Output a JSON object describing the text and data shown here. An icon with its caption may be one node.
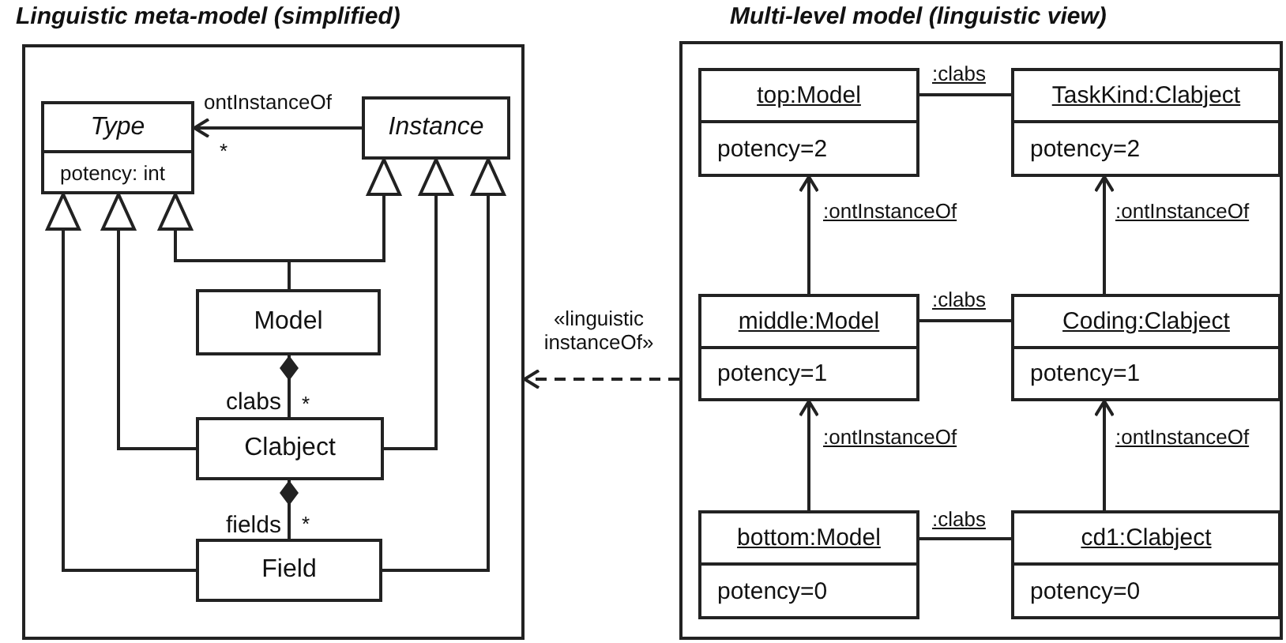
{
  "diagram": {
    "nodes": [
      {
        "text": [
          "Linguistic meta-model (simplified)"
        ]
      },
      {
        "text": [
          "Type",
          "potency: int"
        ],
        "in": 0
      },
      {
        "text": [
          "Instance"
        ],
        "in": 0
      },
      {
        "text": [
          "Model"
        ],
        "in": 0
      },
      {
        "text": [
          "Clabject"
        ],
        "in": 0
      },
      {
        "text": [
          "Field"
        ],
        "in": 0
      },
      {
        "text": [
          "Multi-level model (linguistic view)"
        ]
      },
      {
        "text": [
          "top:Model",
          "potency=2"
        ],
        "in": 6
      },
      {
        "text": [
          "TaskKind:Clabject",
          "potency=2"
        ],
        "in": 6
      },
      {
        "text": [
          "middle:Model",
          "potency=1"
        ],
        "in": 6
      },
      {
        "text": [
          "Coding:Clabject",
          "potency=1"
        ],
        "in": 6
      },
      {
        "text": [
          "bottom:Model",
          "potency=0"
        ],
        "in": 6
      },
      {
        "text": [
          "cd1:Clabject",
          "potency=0"
        ],
        "in": 6
      }
    ],
    "edges": [
      {
        "from": 2,
        "to": 1,
        "arrow": "to",
        "label": "ontInstanceOf"
      },
      {
        "from": 3,
        "to": 1,
        "arrow": "to"
      },
      {
        "from": 3,
        "to": 2,
        "arrow": "to"
      },
      {
        "from": 4,
        "to": 1,
        "arrow": "to"
      },
      {
        "from": 4,
        "to": 2,
        "arrow": "to"
      },
      {
        "from": 5,
        "to": 1,
        "arrow": "to"
      },
      {
        "from": 5,
        "to": 2,
        "arrow": "to"
      },
      {
        "from": 3,
        "to": 4,
        "arrow": "other",
        "label": "clabs"
      },
      {
        "from": 4,
        "to": 5,
        "arrow": "other",
        "label": "fields"
      },
      {
        "from": 6,
        "to": 0,
        "arrow": "to",
        "style": "dashed",
        "label": "«linguistic instanceOf»"
      },
      {
        "from": 7,
        "to": 8,
        "arrow": "none",
        "label": ":clabs"
      },
      {
        "from": 9,
        "to": 10,
        "arrow": "none",
        "label": ":clabs"
      },
      {
        "from": 11,
        "to": 12,
        "arrow": "none",
        "label": ":clabs"
      },
      {
        "from": 9,
        "to": 7,
        "arrow": "to",
        "label": ":ontInstanceOf"
      },
      {
        "from": 10,
        "to": 8,
        "arrow": "to",
        "label": ":ontInstanceOf"
      },
      {
        "from": 11,
        "to": 9,
        "arrow": "to",
        "label": ":ontInstanceOf"
      },
      {
        "from": 12,
        "to": 10,
        "arrow": "to",
        "label": ":ontInstanceOf"
      }
    ],
    "labels": [
      "*",
      "*",
      "*"
    ]
  }
}
